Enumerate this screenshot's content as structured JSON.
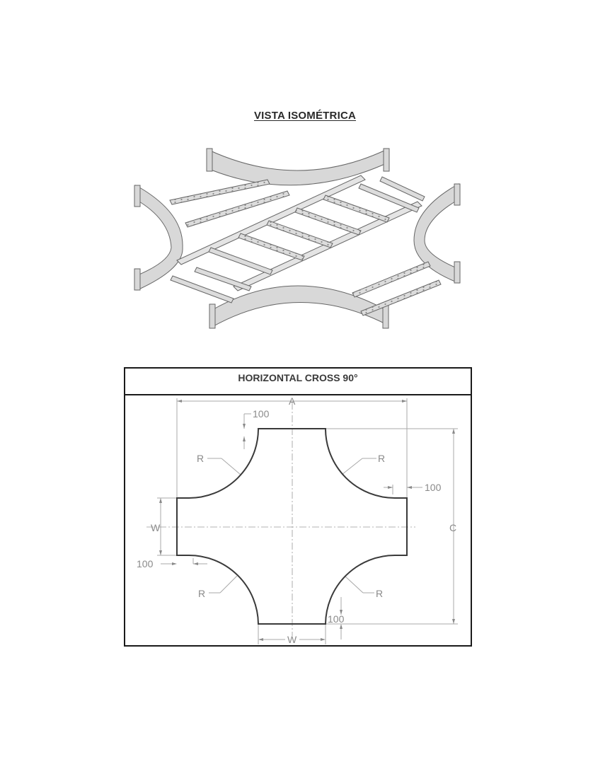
{
  "isometric_view": {
    "title": "VISTA ISOMÉTRICA"
  },
  "plan_table": {
    "header": "HORIZONTAL CROSS 90°",
    "dimensions": {
      "A": "A",
      "C": "C",
      "W_left": "W",
      "W_bottom": "W",
      "R_top_left": "R",
      "R_top_right": "R",
      "R_bottom_left": "R",
      "R_bottom_right": "R",
      "ext_top": "100",
      "ext_right": "100",
      "ext_left": "100",
      "ext_bottom": "100"
    }
  },
  "colors": {
    "outline": "#3a3a3a",
    "dimension": "#9a9a9a",
    "tray_fill": "#d8d8d8",
    "border": "#1a1a1a"
  }
}
